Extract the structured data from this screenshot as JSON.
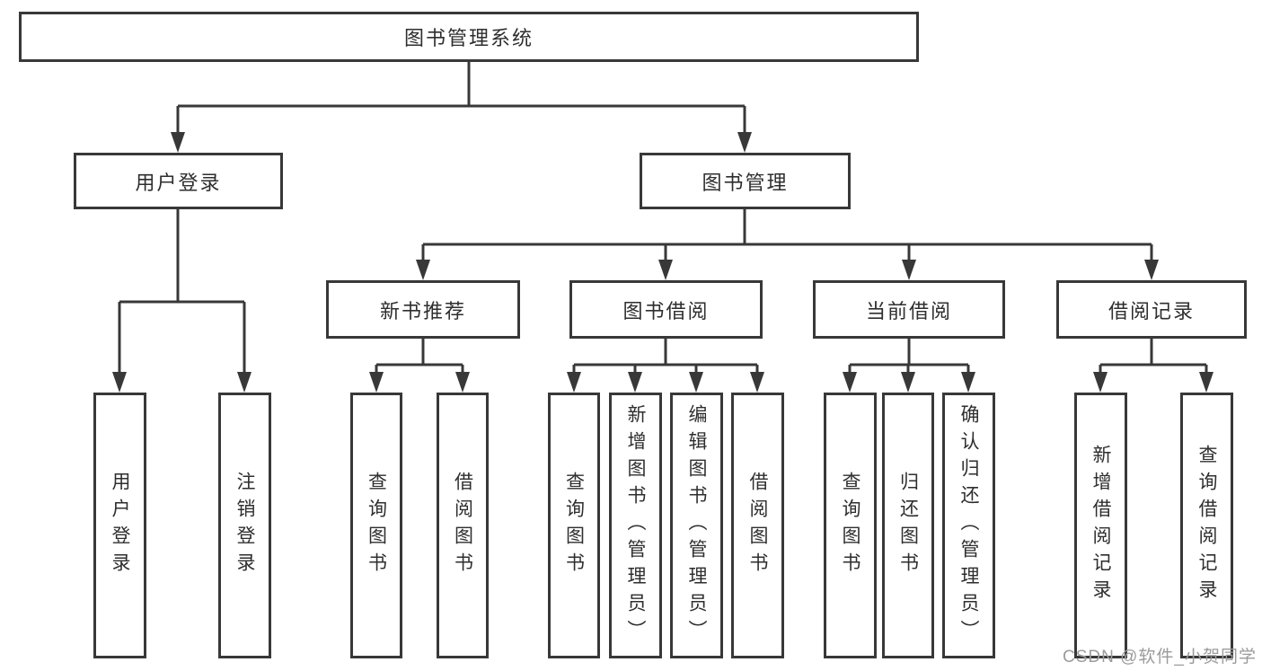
{
  "colors": {
    "line": "#383838",
    "text": "#2e2e2e",
    "background": "#ffffff",
    "watermark": "#9b9b9b"
  },
  "watermark": {
    "text": "CSDN @软件_小贺同学"
  },
  "tree": {
    "root": "图书管理系统",
    "branches": [
      {
        "label": "用户登录",
        "leaves": [
          "用户登录",
          "注销登录"
        ]
      },
      {
        "label": "图书管理",
        "groups": [
          {
            "label": "新书推荐",
            "leaves": [
              "查询图书",
              "借阅图书"
            ]
          },
          {
            "label": "图书借阅",
            "leaves": [
              "查询图书",
              "新增图书（管理员）",
              "编辑图书（管理员）",
              "借阅图书"
            ]
          },
          {
            "label": "当前借阅",
            "leaves": [
              "查询图书",
              "归还图书",
              "确认归还（管理员）"
            ]
          },
          {
            "label": "借阅记录",
            "leaves": [
              "新增借阅记录",
              "查询借阅记录"
            ]
          }
        ]
      }
    ]
  }
}
